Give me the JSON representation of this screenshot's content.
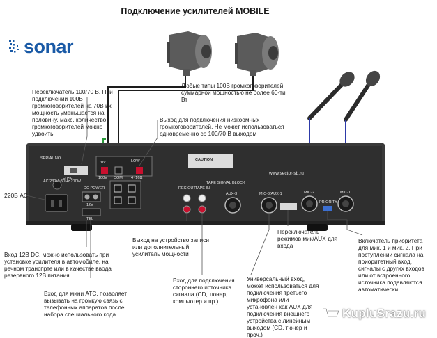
{
  "title": "Подключение усилителей MOBILE",
  "logo": {
    "text": "sonar",
    "color": "#1a5aa6"
  },
  "notes": {
    "switch_100_70": "Переключатель 100/70 В. При подключении 100В громкоговорителей на 70В их мощность уменьшается на половину, макс. количество громкоговорителей можно удвоить",
    "speakers": "Любые типы 100В громкоговорителей суммарной мощностью не более 60-ти Вт",
    "low_impedance": "Выход для подключения низкоомных громкоговорителей. Не может использоваться одновременно со 100/70 В выходом",
    "ac_220": "220В АС",
    "dc_12v": "Вход 12В DC, можно использовать при установке усилителя в автомобиле, на речном транспрте или в качестве ввода резервного 12В питания",
    "mini_ats": "Вход для мини АТС, позволяет вызывать на громкую связь с телефонных аппаратов после набора специального кода",
    "rec_out": "Выход на устройство записи или дополнительный усилитель мощности",
    "tape_in": "Вход для подключения стороннего источника сигнала (CD, тюнер, компьютер и пр.)",
    "mode_switch": "Переключатель режимов мик/AUX для входа",
    "universal_input": "Универсальный вход, может использоваться для подключения третьего микрофона или установлен как AUX для подключения внешнего устройства с линейным выходом (CD, тюнер и проч.)",
    "priority": "Включатель приоритета для мик. 1 и мик. 2. При поступлении сигнала на приоритетный вход, сигналы с других входов или от встроенного источника подавляются автоматически"
  },
  "panel": {
    "serial": "SERIAL NO.",
    "ac": "AC 230V~50Hz 210W",
    "dc_power": "DC POWER",
    "dc_12v": "12V",
    "tel": "TEL",
    "caution": "CAUTION",
    "rec_out": "REC OUT",
    "tape_in": "TAPE IN",
    "tape_block": "TAPE SIGNAL BLOCK",
    "aux": "AUX-3",
    "mic_aux": "MIC-3/AUX-1",
    "mic2": "MIC-2",
    "mic1": "MIC-1",
    "priority": "PRIORITY",
    "site": "www.sector-sb.ru",
    "out_100v": "100V",
    "out_70v": "70V",
    "com": "COM",
    "low_4": "4~16Ω",
    "low": "LOW",
    "fuse": "FUSE"
  },
  "watermark": {
    "text": "KupluSrazu.ru"
  }
}
